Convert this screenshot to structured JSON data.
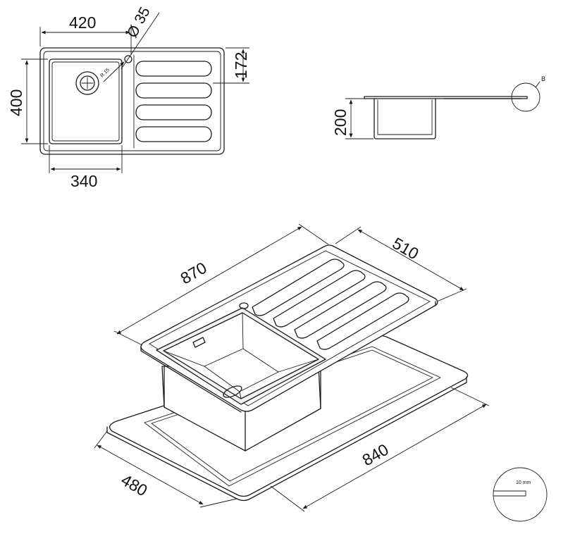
{
  "dimensions": {
    "top_width": "420",
    "hole_diameter": "Ø 35",
    "edge_offset": "172",
    "height": "400",
    "bowl_width": "340",
    "drain_radius": "R 15",
    "depth": "200",
    "detail_label": "B",
    "overall_length": "870",
    "overall_width": "510",
    "cutout_length": "840",
    "cutout_width": "480",
    "thickness": "10 mm"
  }
}
